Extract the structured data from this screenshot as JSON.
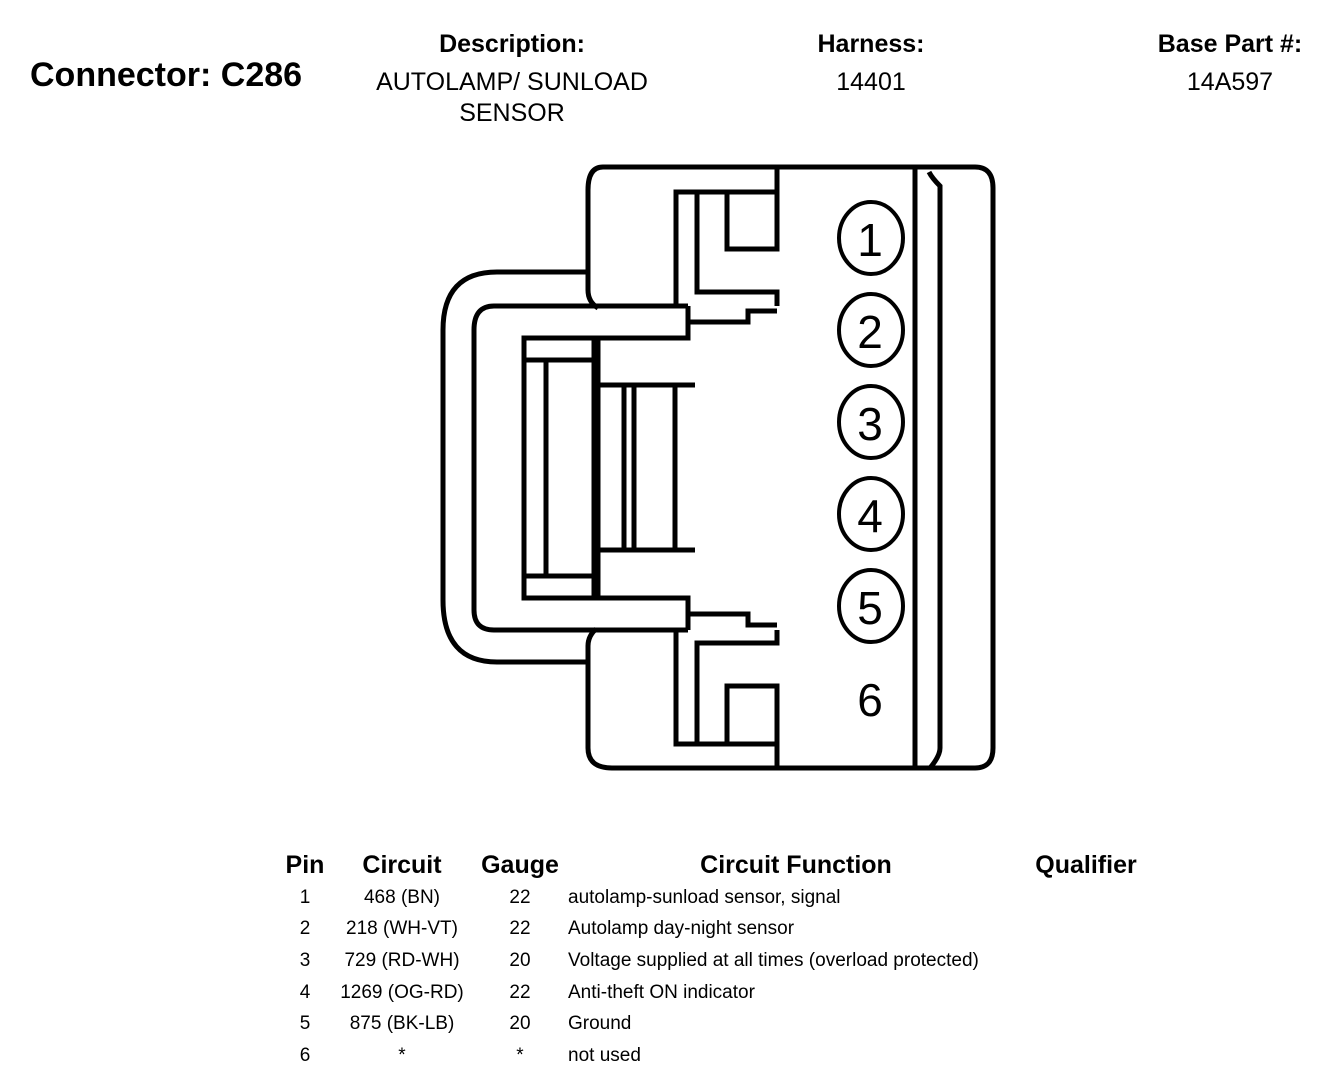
{
  "header": {
    "connector_title": "Connector: C286",
    "description_label": "Description:",
    "description_value": "AUTOLAMP/ SUNLOAD SENSOR",
    "harness_label": "Harness:",
    "harness_value": "14401",
    "base_part_label": "Base Part #:",
    "base_part_value": "14A597"
  },
  "connector_face": {
    "pins": [
      {
        "number": "1",
        "circled": true
      },
      {
        "number": "2",
        "circled": true
      },
      {
        "number": "3",
        "circled": true
      },
      {
        "number": "4",
        "circled": true
      },
      {
        "number": "5",
        "circled": true
      },
      {
        "number": "6",
        "circled": false
      }
    ]
  },
  "pin_table": {
    "columns": [
      "Pin",
      "Circuit",
      "Gauge",
      "Circuit Function",
      "Qualifier"
    ],
    "rows": [
      {
        "pin": "1",
        "circuit": "468 (BN)",
        "gauge": "22",
        "function": "autolamp-sunload sensor, signal",
        "qualifier": ""
      },
      {
        "pin": "2",
        "circuit": "218 (WH-VT)",
        "gauge": "22",
        "function": "Autolamp day-night sensor",
        "qualifier": ""
      },
      {
        "pin": "3",
        "circuit": "729 (RD-WH)",
        "gauge": "20",
        "function": "Voltage supplied at all times (overload protected)",
        "qualifier": ""
      },
      {
        "pin": "4",
        "circuit": "1269 (OG-RD)",
        "gauge": "22",
        "function": "Anti-theft ON indicator",
        "qualifier": ""
      },
      {
        "pin": "5",
        "circuit": "875 (BK-LB)",
        "gauge": "20",
        "function": "Ground",
        "qualifier": ""
      },
      {
        "pin": "6",
        "circuit": "*",
        "gauge": "*",
        "function": "not used",
        "qualifier": ""
      }
    ]
  }
}
